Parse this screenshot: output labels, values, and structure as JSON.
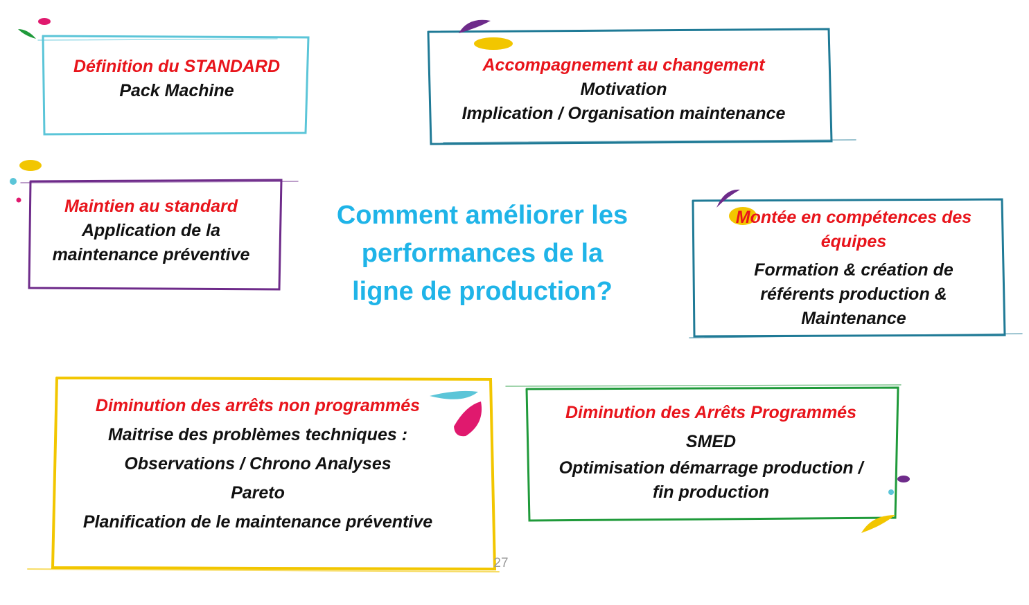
{
  "center_question": [
    "Comment améliorer les",
    "performances de la",
    "ligne de production?"
  ],
  "boxes": {
    "standard": {
      "title": "Définition du STANDARD",
      "lines": [
        "Pack Machine"
      ]
    },
    "changement": {
      "title": "Accompagnement au changement",
      "lines": [
        "Motivation",
        "Implication / Organisation maintenance"
      ]
    },
    "maintien": {
      "title": "Maintien au standard",
      "lines": [
        "Application de la",
        "maintenance préventive"
      ]
    },
    "competences": {
      "title_lines": [
        "Montée en compétences des",
        "équipes"
      ],
      "lines": [
        "Formation & création de",
        "référents production &",
        "Maintenance"
      ]
    },
    "non_programmes": {
      "title": "Diminution des arrêts non programmés",
      "lines": [
        "Maitrise des problèmes techniques :",
        "Observations / Chrono Analyses",
        "Pareto",
        "Planification de le maintenance préventive"
      ]
    },
    "programmes": {
      "title": "Diminution des Arrêts Programmés",
      "lines": [
        "SMED",
        "Optimisation démarrage production /",
        "fin production"
      ]
    }
  },
  "page_number": "27",
  "colors": {
    "title_red": "#e8141b",
    "center_blue": "#1fb4e8",
    "frame_cyan": "#5bc5d8",
    "frame_teal": "#1f7a96",
    "frame_purple": "#6e2b8a",
    "frame_yellow": "#f2c600",
    "frame_green": "#1f9a3a",
    "splash_pink": "#e0196e"
  }
}
